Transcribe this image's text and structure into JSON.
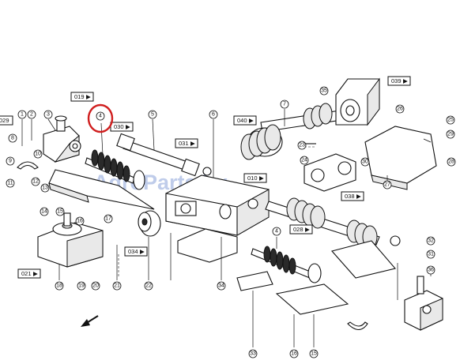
{
  "diagram": {
    "watermark_text": "AgroParts.by",
    "highlight_color": "#d01f1f",
    "watermark_color": "#4a6fc4",
    "reference_labels": [
      "019",
      "030",
      "031",
      "029",
      "010",
      "040",
      "039",
      "038",
      "028",
      "034",
      "021"
    ],
    "part_numbers": [
      "1",
      "2",
      "3",
      "4",
      "5",
      "6",
      "7",
      "8",
      "9",
      "10",
      "11",
      "12",
      "13",
      "14",
      "15",
      "16",
      "17",
      "18",
      "19",
      "20",
      "21",
      "22",
      "23",
      "24",
      "25",
      "26",
      "27",
      "28",
      "29",
      "30",
      "31",
      "32",
      "33",
      "34",
      "35",
      "36"
    ],
    "highlighted_part": "4",
    "direction_arrow_icon": "arrow-down-left-icon"
  }
}
